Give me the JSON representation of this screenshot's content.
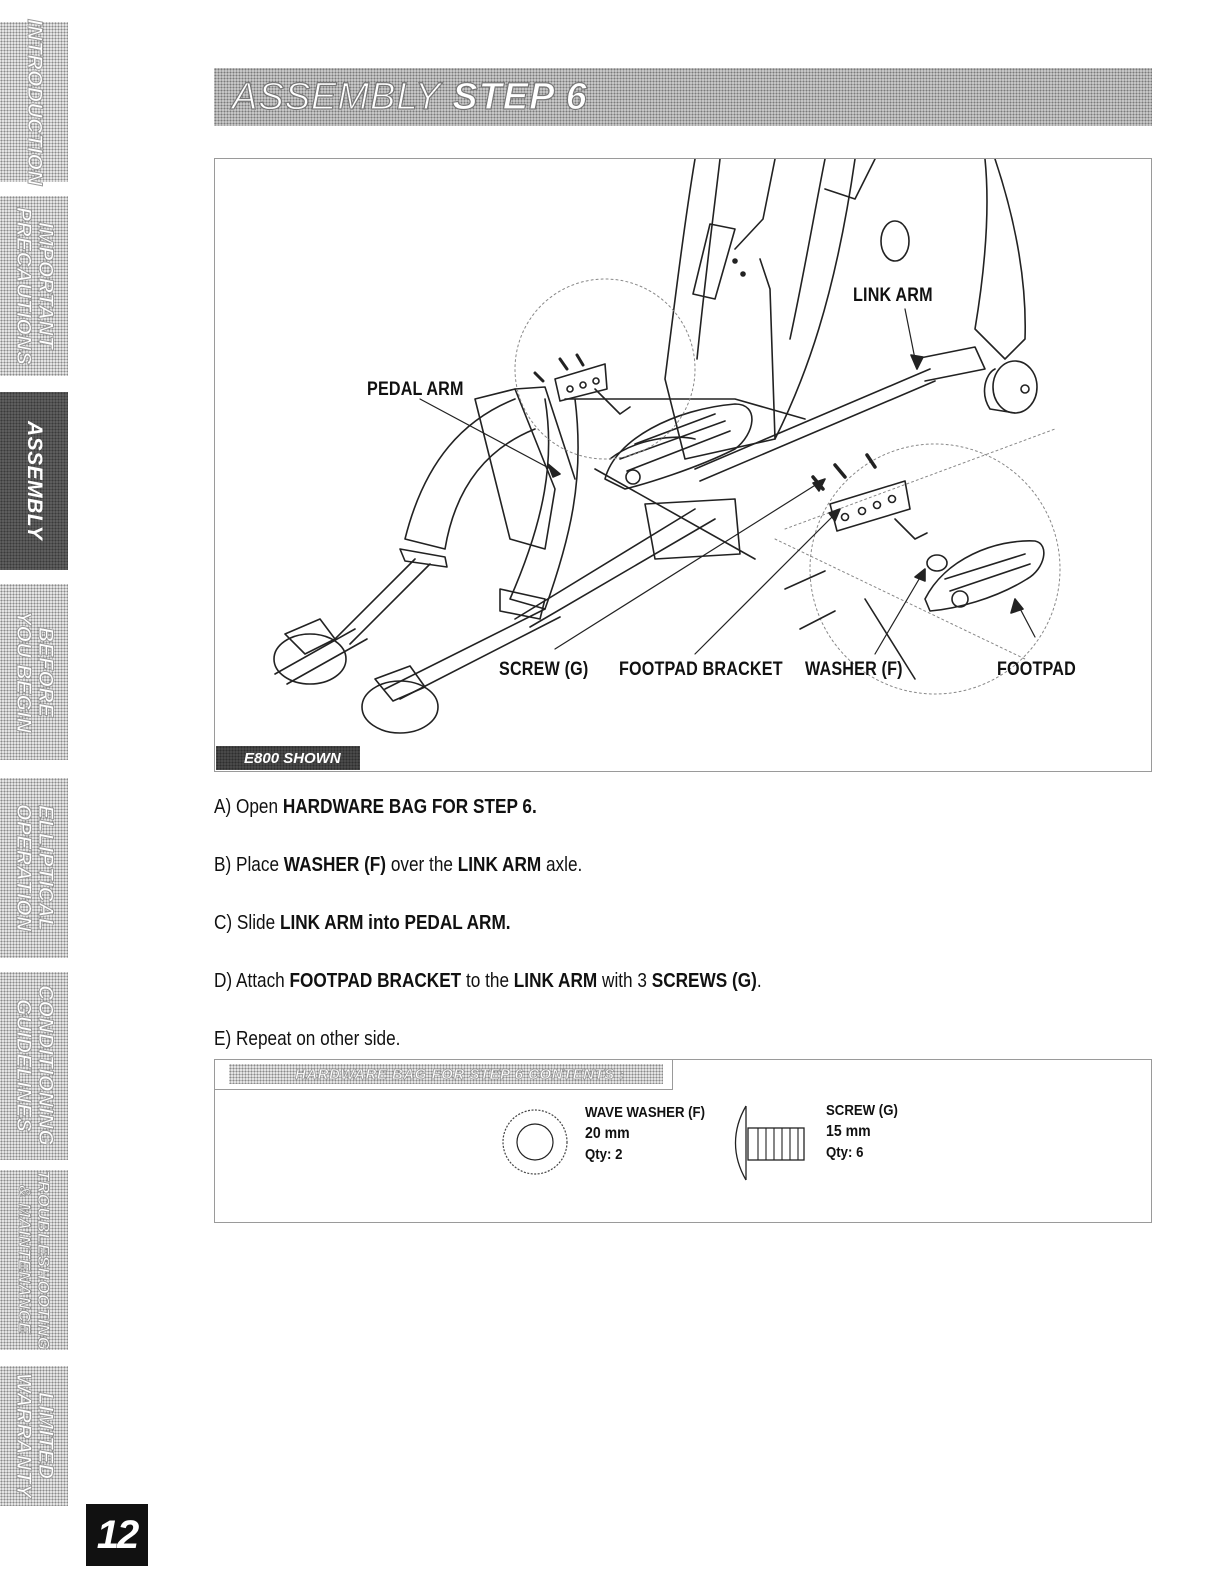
{
  "sidebar": {
    "tabs": [
      {
        "label": "INTRODUCTION",
        "active": false
      },
      {
        "label": "IMPORTANT\nPRECAUTIONS",
        "active": false
      },
      {
        "label": "ASSEMBLY",
        "active": true
      },
      {
        "label": "BEFORE\nYOU BEGIN",
        "active": false
      },
      {
        "label": "ELLIPTICAL\nOPERATION",
        "active": false
      },
      {
        "label": "CONDITIONING\nGUIDELINES",
        "active": false
      },
      {
        "label": "TROUBLESHOOTING\n& MAINTENANCE",
        "active": false
      },
      {
        "label": "LIMITED\nWARRANTY",
        "active": false
      }
    ]
  },
  "page_number": "12",
  "header": {
    "title_light": "ASSEMBLY",
    "title_bold": "STEP 6"
  },
  "figure": {
    "callouts": {
      "link_arm": "LINK ARM",
      "pedal_arm": "PEDAL ARM",
      "screw": "SCREW (G)",
      "footpad_bracket": "FOOTPAD BRACKET",
      "washer": "WASHER (F)",
      "footpad": "FOOTPAD"
    },
    "model_tag": "E800 SHOWN"
  },
  "steps": [
    {
      "prefix": "A) Open ",
      "segments": [
        [
          "HARDWARE BAG FOR STEP 6.",
          true
        ]
      ]
    },
    {
      "prefix": "B) Place ",
      "segments": [
        [
          "WASHER (F)",
          true
        ],
        [
          " over the ",
          false
        ],
        [
          "LINK ARM",
          true
        ],
        [
          " axle.",
          false
        ]
      ]
    },
    {
      "prefix": "C) Slide ",
      "segments": [
        [
          "LINK ARM into PEDAL ARM.",
          true
        ]
      ]
    },
    {
      "prefix": "D) Attach ",
      "segments": [
        [
          "FOOTPAD BRACKET",
          true
        ],
        [
          " to the ",
          false
        ],
        [
          "LINK ARM",
          true
        ],
        [
          " with 3 ",
          false
        ],
        [
          "SCREWS (G)",
          true
        ],
        [
          ".",
          false
        ]
      ]
    },
    {
      "prefix": "E) Repeat on other side.",
      "segments": []
    }
  ],
  "hardware": {
    "header": "HARDWARE BAG FOR STEP 6 CONTENTS :",
    "items": [
      {
        "name": "WAVE WASHER (F)",
        "size": "20 mm",
        "qty": "Qty: 2",
        "icon": "washer-icon"
      },
      {
        "name": "SCREW (G)",
        "size": "15 mm",
        "qty": "Qty: 6",
        "icon": "screw-icon"
      }
    ]
  }
}
